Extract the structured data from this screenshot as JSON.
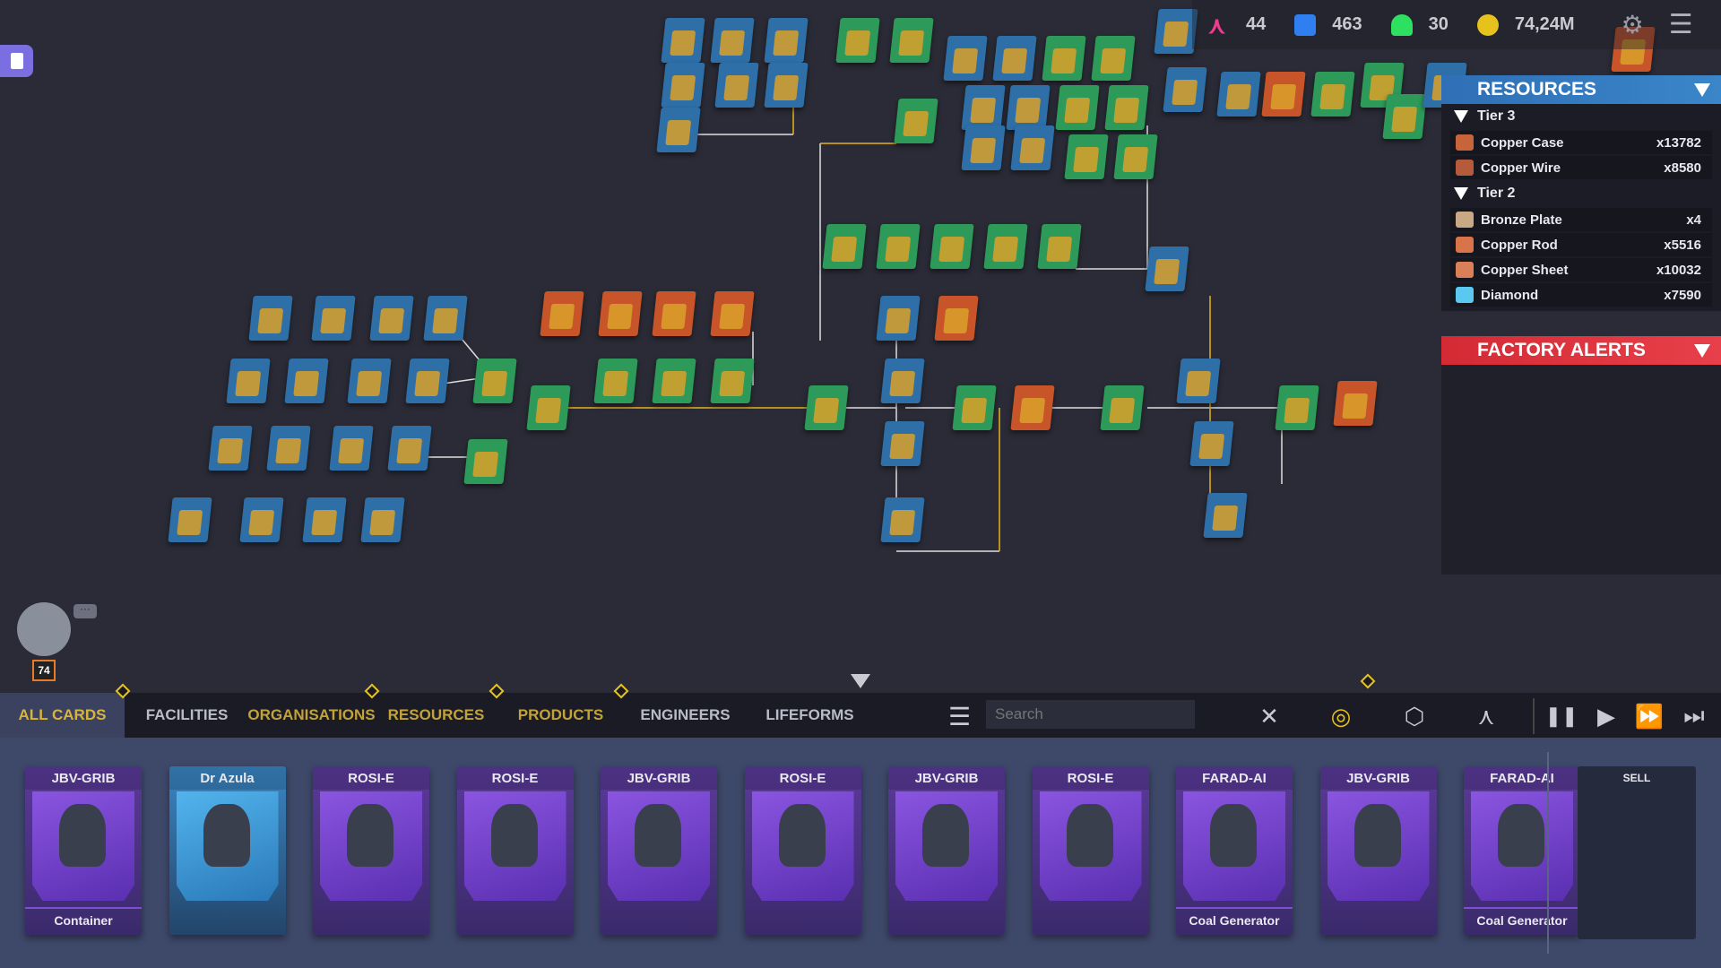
{
  "stats": {
    "connections": "44",
    "cards": "463",
    "engineers": "30",
    "money": "74,24M"
  },
  "resources": {
    "title": "RESOURCES",
    "tiers": [
      {
        "label": "Tier 3",
        "items": [
          {
            "name": "Copper Case",
            "count": "x13782",
            "color": "#c8643a"
          },
          {
            "name": "Copper Wire",
            "count": "x8580",
            "color": "#b55a3a"
          }
        ]
      },
      {
        "label": "Tier 2",
        "items": [
          {
            "name": "Bronze Plate",
            "count": "x4",
            "color": "#c9a886"
          },
          {
            "name": "Copper Rod",
            "count": "x5516",
            "color": "#d9734a"
          },
          {
            "name": "Copper Sheet",
            "count": "x10032",
            "color": "#d9805a"
          },
          {
            "name": "Diamond",
            "count": "x7590",
            "color": "#5ac8f0"
          }
        ]
      }
    ]
  },
  "alerts": {
    "title": "FACTORY ALERTS"
  },
  "player": {
    "level": "74"
  },
  "tabs": [
    {
      "label": "ALL CARDS",
      "active": true
    },
    {
      "label": "FACILITIES"
    },
    {
      "label": "ORGANISATIONS",
      "alert": true
    },
    {
      "label": "RESOURCES",
      "alert": true
    },
    {
      "label": "PRODUCTS",
      "alert": true
    },
    {
      "label": "ENGINEERS"
    },
    {
      "label": "LIFEFORMS"
    }
  ],
  "search": {
    "placeholder": "Search"
  },
  "cards": [
    {
      "name": "JBV-GRIB",
      "sub": "Container"
    },
    {
      "name": "Dr Azula",
      "sub": ""
    },
    {
      "name": "ROSI-E",
      "sub": ""
    },
    {
      "name": "ROSI-E",
      "sub": ""
    },
    {
      "name": "JBV-GRIB",
      "sub": ""
    },
    {
      "name": "ROSI-E",
      "sub": ""
    },
    {
      "name": "JBV-GRIB",
      "sub": ""
    },
    {
      "name": "ROSI-E",
      "sub": ""
    },
    {
      "name": "FARAD-AI",
      "sub": "Coal Generator"
    },
    {
      "name": "JBV-GRIB",
      "sub": ""
    },
    {
      "name": "FARAD-AI",
      "sub": "Coal Generator"
    }
  ],
  "sell": {
    "label": "SELL"
  },
  "colors": {
    "accent": "#d9b43a",
    "resources": "#3a7fc4",
    "alerts": "#e0353f",
    "facility_green": "#2e9a5a",
    "facility_blue": "#2f6fa8",
    "facility_orange": "#c8552a"
  }
}
